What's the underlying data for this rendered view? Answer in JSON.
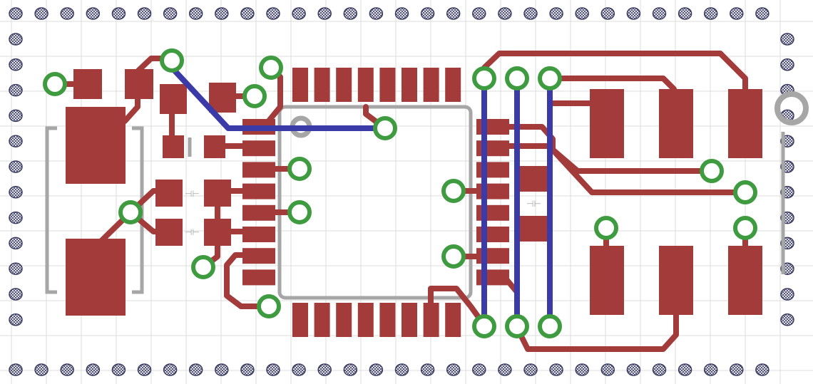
{
  "view": {
    "kind": "pcb-layout-editor"
  },
  "colors": {
    "background": "#ffffff",
    "grid": "#d9d9d9",
    "top_copper": "#a33b3b",
    "bottom_copper": "#3a3aa8",
    "silkscreen": "#a6a6a6",
    "via_ring": "#3f9b3f",
    "frame_via": "#3a3a60"
  },
  "layers": {
    "top": {
      "name": "top-copper"
    },
    "bottom": {
      "name": "bottom-copper"
    },
    "silk": {
      "name": "silkscreen"
    }
  },
  "symbols": {
    "capacitor_glyph": "⊣⊢"
  }
}
